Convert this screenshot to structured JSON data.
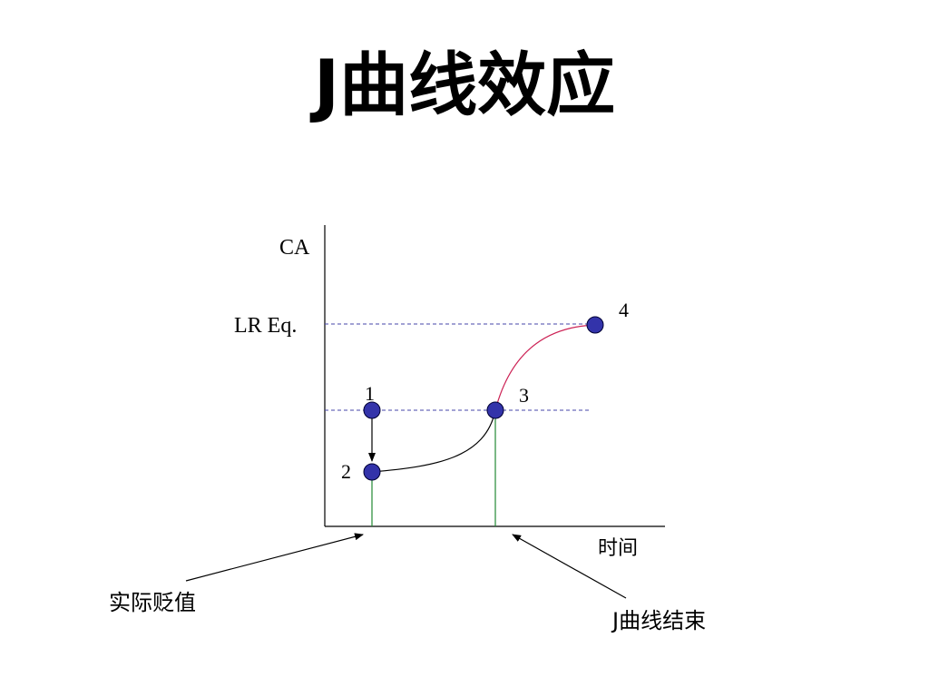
{
  "title": "J曲线效应",
  "axes": {
    "y_label": "CA",
    "x_label": "时间"
  },
  "reference_lines": {
    "long_run": "LR Eq."
  },
  "points": [
    {
      "label": "1"
    },
    {
      "label": "2"
    },
    {
      "label": "3"
    },
    {
      "label": "4"
    }
  ],
  "annotations": {
    "devaluation": "实际贬值",
    "j_curve_end": "J曲线结束"
  },
  "colors": {
    "dot_fill": "#3333aa",
    "dot_stroke": "#000033",
    "dashed": "#4444aa",
    "rising_curve": "#cc2255",
    "drop_lines": "#228833",
    "axes": "#000000"
  }
}
